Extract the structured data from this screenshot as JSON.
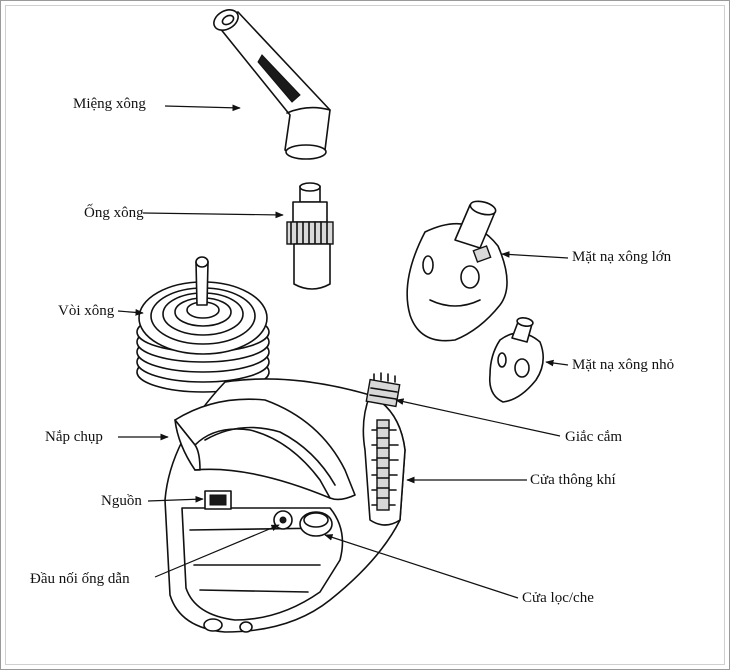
{
  "labels": {
    "mouthpiece": "Miệng xông",
    "nebulizer_cup": "Ống xông",
    "tubing": "Vòi xông",
    "lid": "Nắp chụp",
    "power": "Nguồn",
    "tube_connector": "Đầu nối ống dẫn",
    "adult_mask": "Mặt nạ xông lớn",
    "child_mask": "Mặt nạ xông nhỏ",
    "plug": "Giắc cắm",
    "vent": "Cửa thông khí",
    "filter_cover": "Cửa lọc/che"
  }
}
